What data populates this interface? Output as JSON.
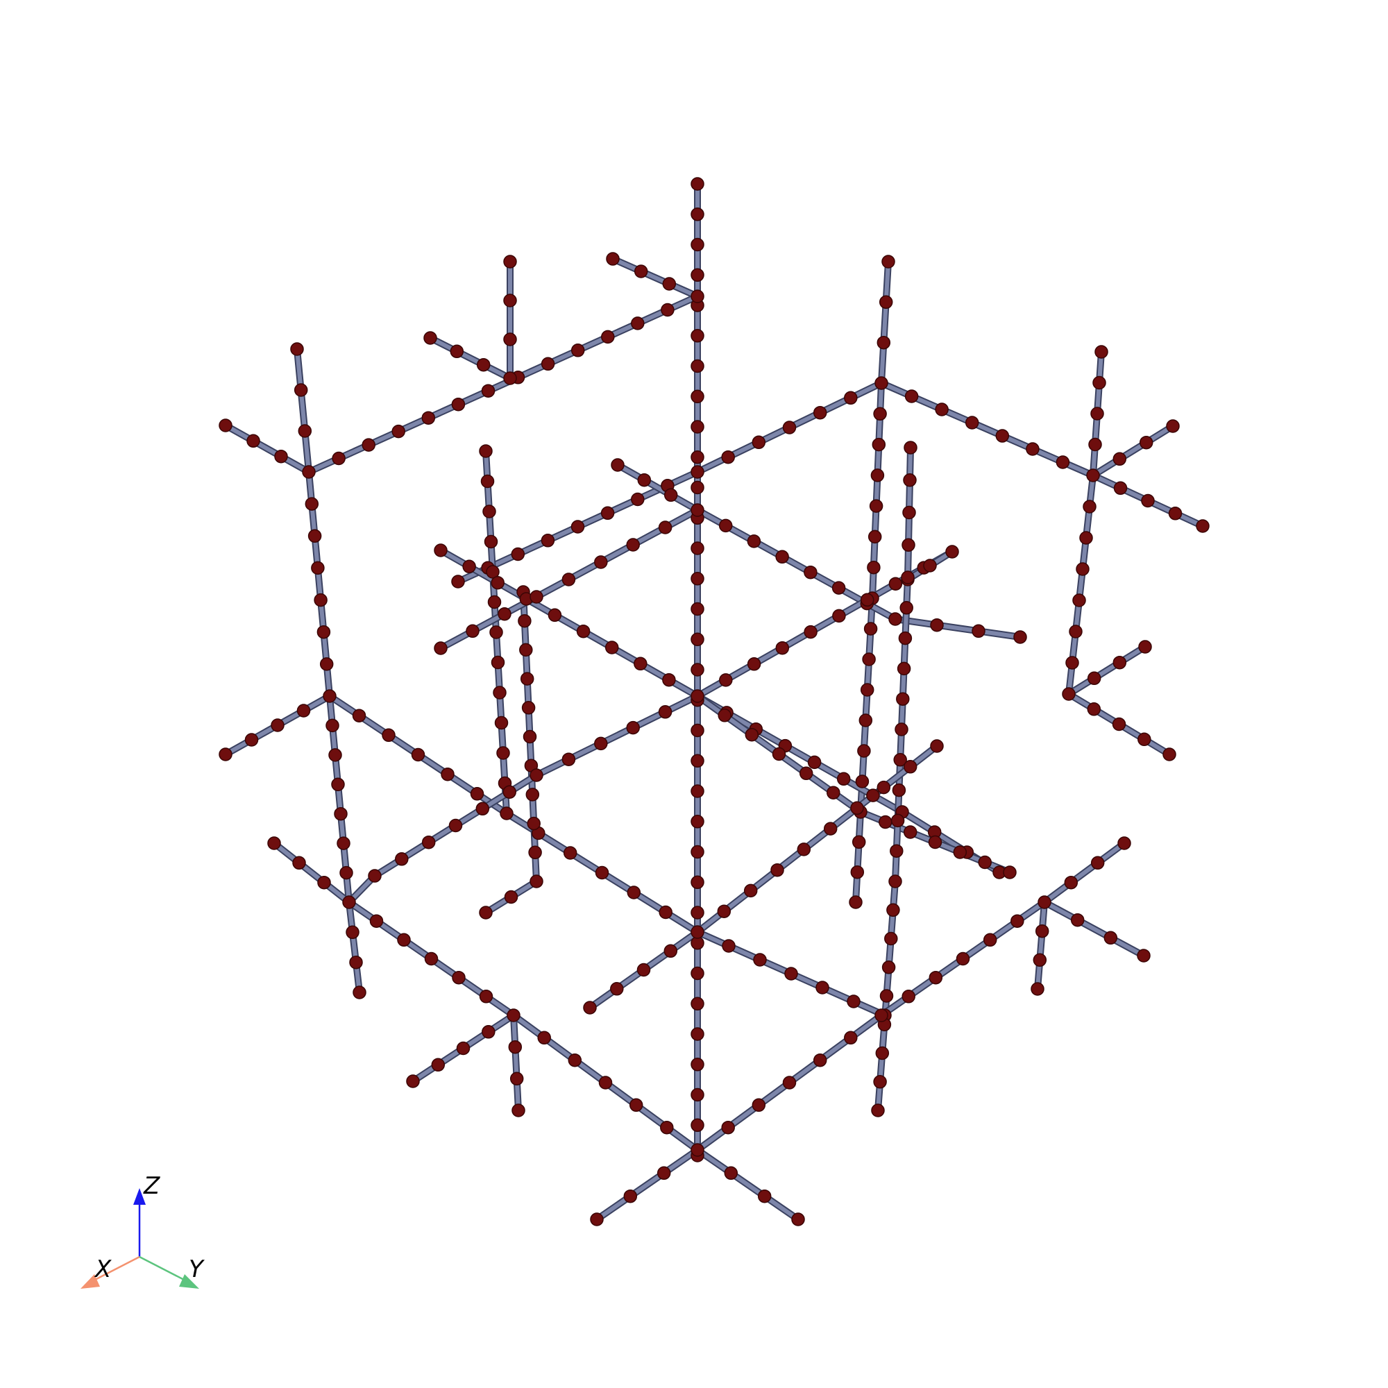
{
  "scene": {
    "background": "#ffffff",
    "bond_color": "#7d86aa",
    "bond_edge_color": "#3a4160",
    "atom_color": "#6e0e0e",
    "atom_edge_color": "#3a0505"
  },
  "axes_triad": {
    "x_label": "X",
    "y_label": "Y",
    "z_label": "Z",
    "x_color": "#f4926f",
    "y_color": "#5cc47e",
    "z_color": "#1a1aee"
  }
}
